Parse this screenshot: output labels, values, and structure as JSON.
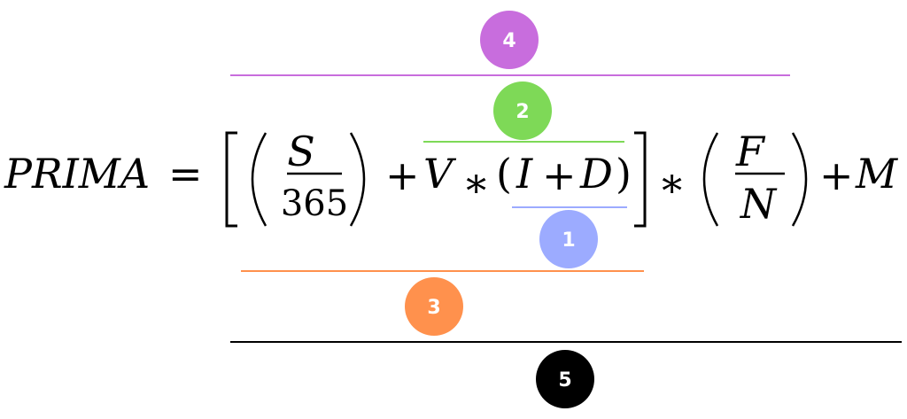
{
  "formula": {
    "lhs": "PRIMA",
    "equals": "=",
    "S": "S",
    "days": "365",
    "plus1": "+",
    "V": "V",
    "times1": "∗",
    "I": "I",
    "plus2": "+",
    "D": "D",
    "times2": "∗",
    "F": "F",
    "N": "N",
    "plus3": "+",
    "M": "M"
  },
  "markers": [
    {
      "label": "1",
      "color": "#9cabff"
    },
    {
      "label": "2",
      "color": "#7ed957"
    },
    {
      "label": "3",
      "color": "#ff914d"
    },
    {
      "label": "4",
      "color": "#c86ddd"
    },
    {
      "label": "5",
      "color": "#000000"
    }
  ]
}
